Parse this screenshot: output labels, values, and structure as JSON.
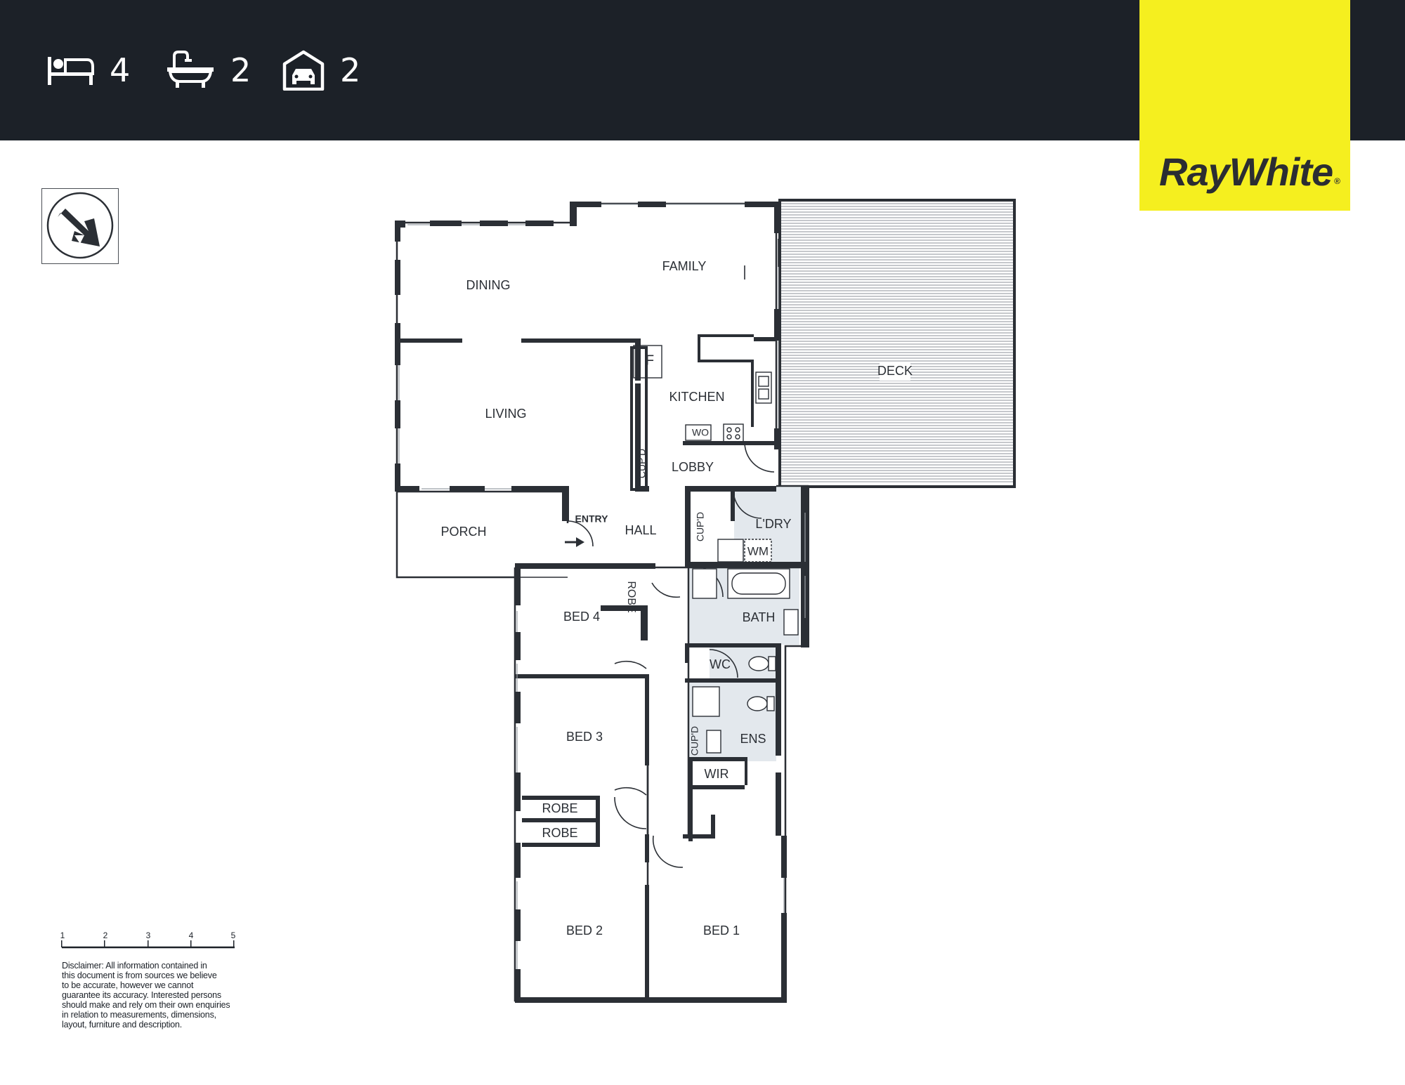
{
  "header": {
    "bedrooms": "4",
    "bathrooms": "2",
    "garage": "2",
    "bedroom_icon": "bed-icon",
    "bathroom_icon": "bathtub-icon",
    "garage_icon": "garage-car-icon"
  },
  "brand": {
    "name": "RayWhite",
    "registered_mark": "®",
    "box_color": "#f5ef1f",
    "header_color": "#1c2128"
  },
  "compass_icon": "north-arrow-icon",
  "rooms": {
    "dining": "DINING",
    "family": "FAMILY",
    "living": "LIVING",
    "kitchen": "KITCHEN",
    "fridge": "F",
    "wall_oven": "WO",
    "deck": "DECK",
    "lobby": "LOBBY",
    "cupd_lobby": "CUP'D",
    "porch": "PORCH",
    "entry": "ENTRY",
    "hall": "HALL",
    "cupd_hall": "CUP'D",
    "laundry": "L'DRY",
    "washing_machine": "WM",
    "robe_bed4": "ROBE",
    "bed4": "BED 4",
    "bath": "BATH",
    "wc": "WC",
    "bed3": "BED 3",
    "ens": "ENS",
    "cupd_ens": "CUP'D",
    "wir": "WIR",
    "robe_1": "ROBE",
    "robe_2": "ROBE",
    "bed2": "BED 2",
    "bed1": "BED 1"
  },
  "scale": {
    "ticks": [
      "1",
      "2",
      "3",
      "4",
      "5"
    ]
  },
  "disclaimer": [
    "Disclaimer: All information contained in",
    "this document is from sources we believe",
    "to be accurate, however we cannot",
    "guarantee its accuracy. Interested persons",
    "should make and rely om their own enquiries",
    "in relation to measurements, dimensions,",
    "layout, furniture and description."
  ]
}
